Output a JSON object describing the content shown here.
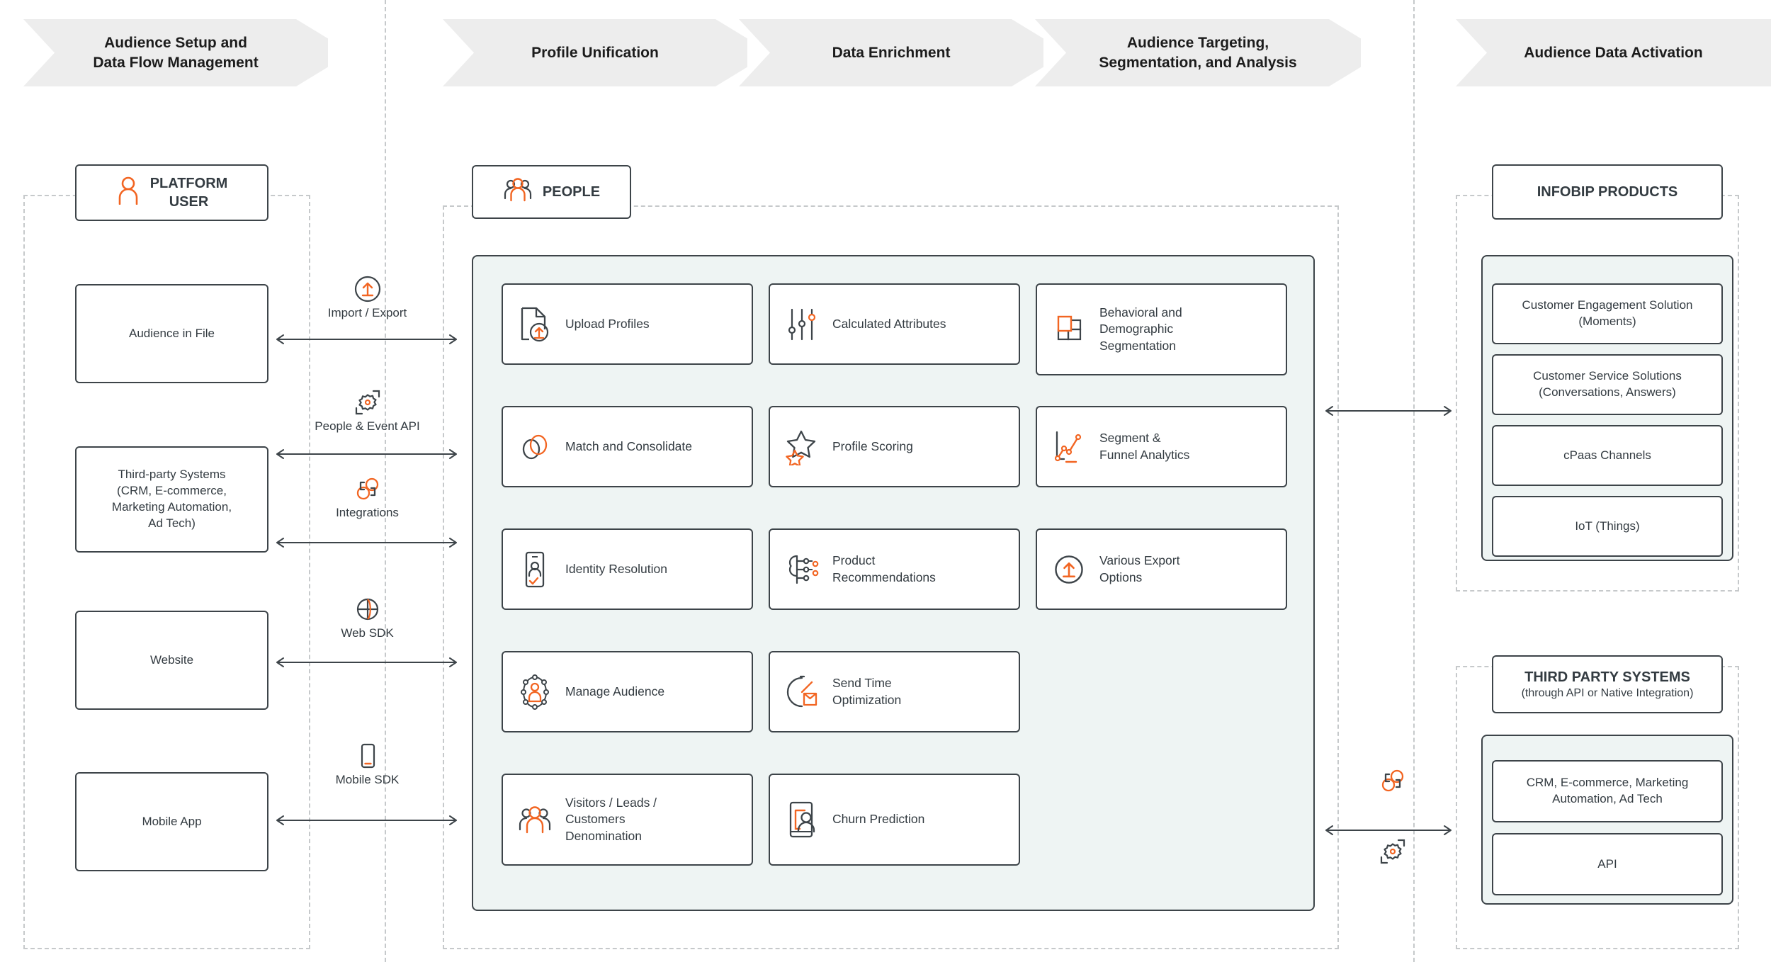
{
  "header": {
    "phases": [
      {
        "label_lines": [
          "Audience Setup and",
          "Data Flow Management"
        ],
        "name": "audience-setup"
      },
      {
        "label_lines": [
          "Profile Unification"
        ],
        "name": "profile-unification"
      },
      {
        "label_lines": [
          "Data Enrichment"
        ],
        "name": "data-enrichment"
      },
      {
        "label_lines": [
          "Audience Targeting,",
          "Segmentation, and Analysis"
        ],
        "name": "audience-targeting"
      },
      {
        "label_lines": [
          "Audience Data Activation"
        ],
        "name": "audience-activation"
      }
    ]
  },
  "left": {
    "chip": {
      "line1": "PLATFORM",
      "line2": "USER",
      "icon": "user-icon"
    },
    "sources": [
      {
        "lines": [
          "Audience in File"
        ]
      },
      {
        "lines": [
          "Third-party Systems",
          "(CRM, E-commerce,",
          "Marketing Automation,",
          "Ad Tech)"
        ]
      },
      {
        "lines": [
          "Website"
        ]
      },
      {
        "lines": [
          "Mobile App"
        ]
      }
    ]
  },
  "connectors": [
    {
      "label": "Import / Export",
      "icon": "upload-circle-icon"
    },
    {
      "label": "People & Event API",
      "icon": "api-gear-icon"
    },
    {
      "label": "Integrations",
      "icon": "integrations-link-icon"
    },
    {
      "label": "Web SDK",
      "icon": "globe-icon"
    },
    {
      "label": "Mobile SDK",
      "icon": "mobile-icon"
    }
  ],
  "people": {
    "chip": {
      "label": "PEOPLE",
      "icon": "people-group-icon"
    },
    "cards": [
      {
        "col": 1,
        "row": 1,
        "lines": [
          "Upload Profiles"
        ],
        "icon": "upload-file-icon"
      },
      {
        "col": 1,
        "row": 2,
        "lines": [
          "Match and Consolidate"
        ],
        "icon": "match-consolidate-icon"
      },
      {
        "col": 1,
        "row": 3,
        "lines": [
          "Identity Resolution"
        ],
        "icon": "identity-card-icon"
      },
      {
        "col": 1,
        "row": 4,
        "lines": [
          "Manage Audience"
        ],
        "icon": "manage-audience-icon"
      },
      {
        "col": 1,
        "row": 5,
        "lines": [
          "Visitors / Leads /",
          "Customers",
          "Denomination"
        ],
        "icon": "people-group-icon"
      },
      {
        "col": 2,
        "row": 1,
        "lines": [
          "Calculated Attributes"
        ],
        "icon": "sliders-icon"
      },
      {
        "col": 2,
        "row": 2,
        "lines": [
          "Profile Scoring"
        ],
        "icon": "stars-icon"
      },
      {
        "col": 2,
        "row": 3,
        "lines": [
          "Product",
          "Recommendations"
        ],
        "icon": "brain-network-icon"
      },
      {
        "col": 2,
        "row": 4,
        "lines": [
          "Send Time",
          "Optimization"
        ],
        "icon": "send-time-icon"
      },
      {
        "col": 2,
        "row": 5,
        "lines": [
          "Churn Prediction"
        ],
        "icon": "churn-icon"
      },
      {
        "col": 3,
        "row": 1,
        "lines": [
          "Behavioral and",
          "Demographic",
          "Segmentation"
        ],
        "icon": "segmentation-icon"
      },
      {
        "col": 3,
        "row": 2,
        "lines": [
          "Segment &",
          "Funnel Analytics"
        ],
        "icon": "analytics-icon"
      },
      {
        "col": 3,
        "row": 3,
        "lines": [
          "Various Export",
          "Options"
        ],
        "icon": "upload-circle-icon"
      }
    ]
  },
  "right": {
    "infobip": {
      "chip": "INFOBIP PRODUCTS",
      "items": [
        {
          "lines": [
            "Customer Engagement Solution",
            "(Moments)"
          ]
        },
        {
          "lines": [
            "Customer Service Solutions",
            "(Conversations, Answers)"
          ]
        },
        {
          "lines": [
            "cPaas Channels"
          ]
        },
        {
          "lines": [
            "IoT (Things)"
          ]
        }
      ]
    },
    "third_party": {
      "chip_line1": "THIRD PARTY SYSTEMS",
      "chip_line2": "(through API or Native Integration)",
      "items": [
        {
          "lines": [
            "CRM, E-commerce, Marketing",
            "Automation, Ad Tech"
          ]
        },
        {
          "lines": [
            "API"
          ]
        }
      ]
    },
    "right_connector_icons": [
      "integrations-link-icon",
      "api-gear-icon"
    ]
  },
  "colors": {
    "accent": "#f26522",
    "ink": "#333b41",
    "stroke": "#3d4449",
    "panel_tint": "#eef4f3",
    "chevron": "#ededed",
    "dash": "#c6c9cb"
  }
}
